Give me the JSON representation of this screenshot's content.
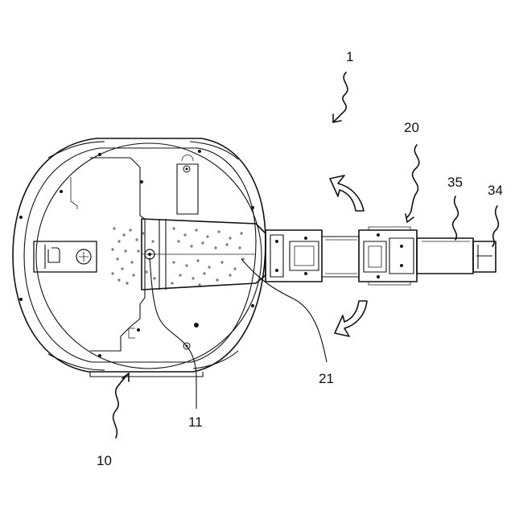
{
  "figure": {
    "labels": {
      "ref_1": "1",
      "ref_10": "10",
      "ref_11": "11",
      "ref_20": "20",
      "ref_21": "21",
      "ref_34": "34",
      "ref_35": "35"
    }
  }
}
